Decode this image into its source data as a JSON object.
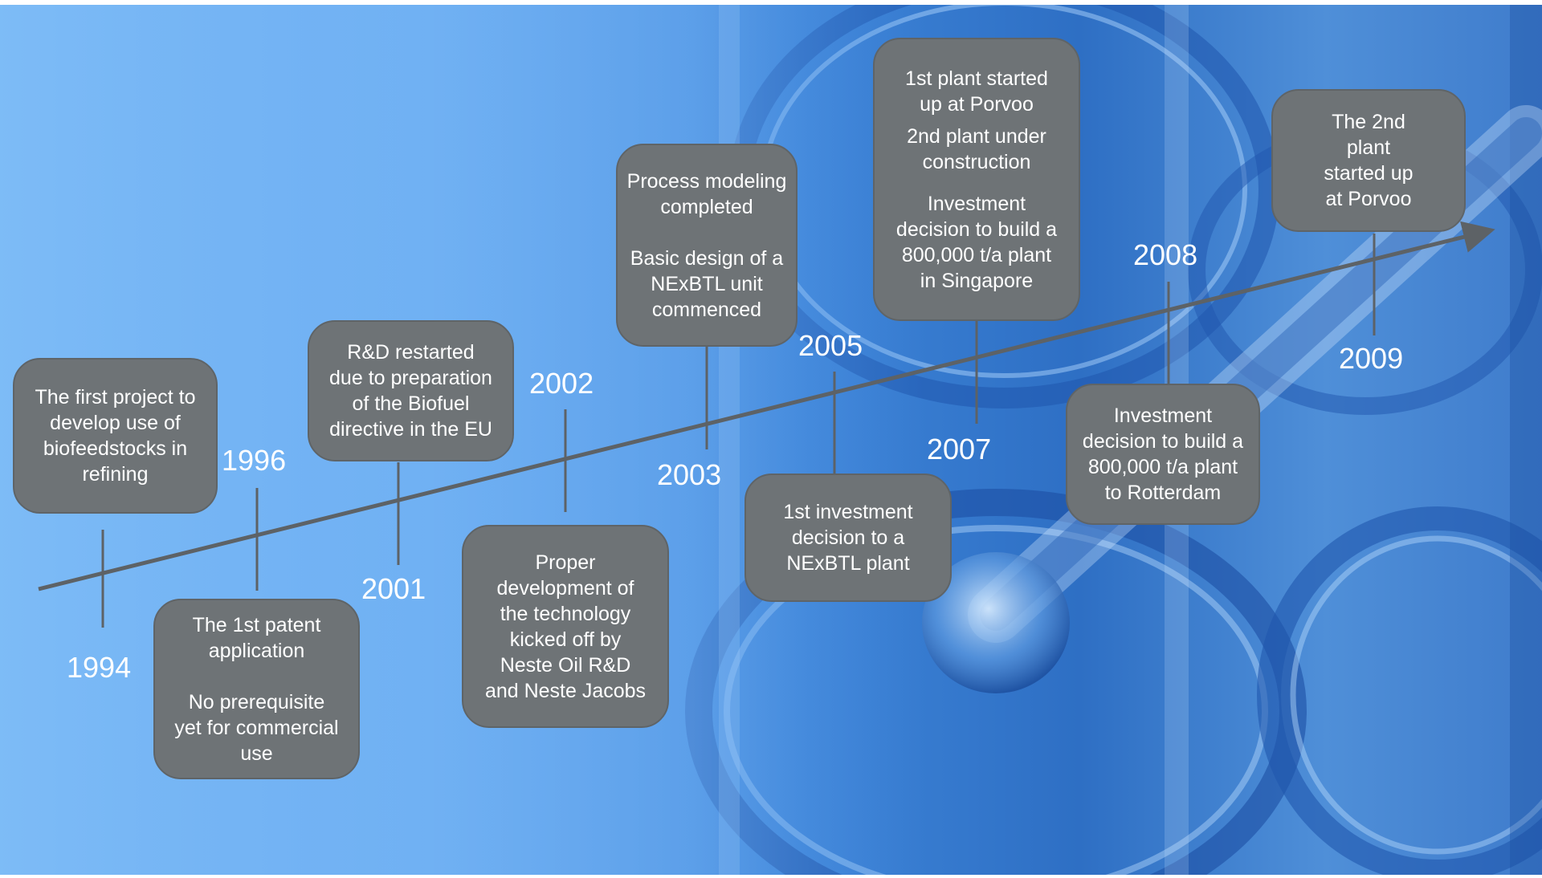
{
  "colors": {
    "box_fill": "#6e7376",
    "axis_line": "#5d6266",
    "text": "#ffffff",
    "background_left": "#6cb0f4",
    "background_right": "#2e6fc4"
  },
  "timeline": {
    "events": [
      {
        "year": "1994",
        "lines": [
          "The first project to\ndevelop use of\nbiofeedstocks in\nrefining"
        ]
      },
      {
        "year": "1996",
        "lines": [
          "The 1st patent\napplication",
          "No prerequisite\nyet for commercial\nuse"
        ]
      },
      {
        "year": "2001",
        "lines": [
          "R&D restarted\ndue to preparation\nof the Biofuel\ndirective in the EU"
        ]
      },
      {
        "year": "2002",
        "lines": [
          "Proper\ndevelopment of\nthe technology\nkicked off by\nNeste Oil R&D\nand Neste Jacobs"
        ]
      },
      {
        "year": "2003",
        "lines": [
          "Process modeling\ncompleted",
          "Basic design of a\nNExBTL unit\ncommenced"
        ]
      },
      {
        "year": "2005",
        "lines": [
          "1st investment\ndecision to a\nNExBTL plant"
        ]
      },
      {
        "year": "2007",
        "lines": [
          "1st plant started\nup at Porvoo",
          "2nd plant under\nconstruction",
          "Investment\ndecision to build a\n800,000 t/a plant\nin Singapore"
        ]
      },
      {
        "year": "2008",
        "lines": [
          "Investment\ndecision to build a\n800,000 t/a plant\nto Rotterdam"
        ]
      },
      {
        "year": "2009",
        "lines": [
          "The 2nd\nplant\nstarted up\nat Porvoo"
        ]
      }
    ]
  }
}
